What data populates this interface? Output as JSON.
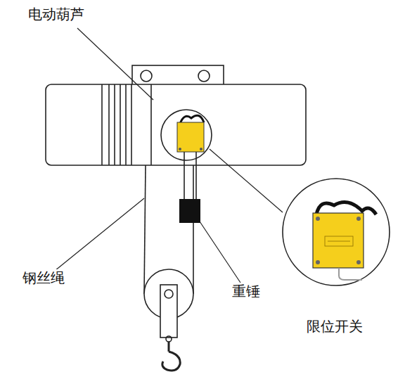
{
  "diagram": {
    "labels": [
      "电动葫芦",
      "钢丝绳",
      "重锤",
      "限位开关"
    ]
  }
}
